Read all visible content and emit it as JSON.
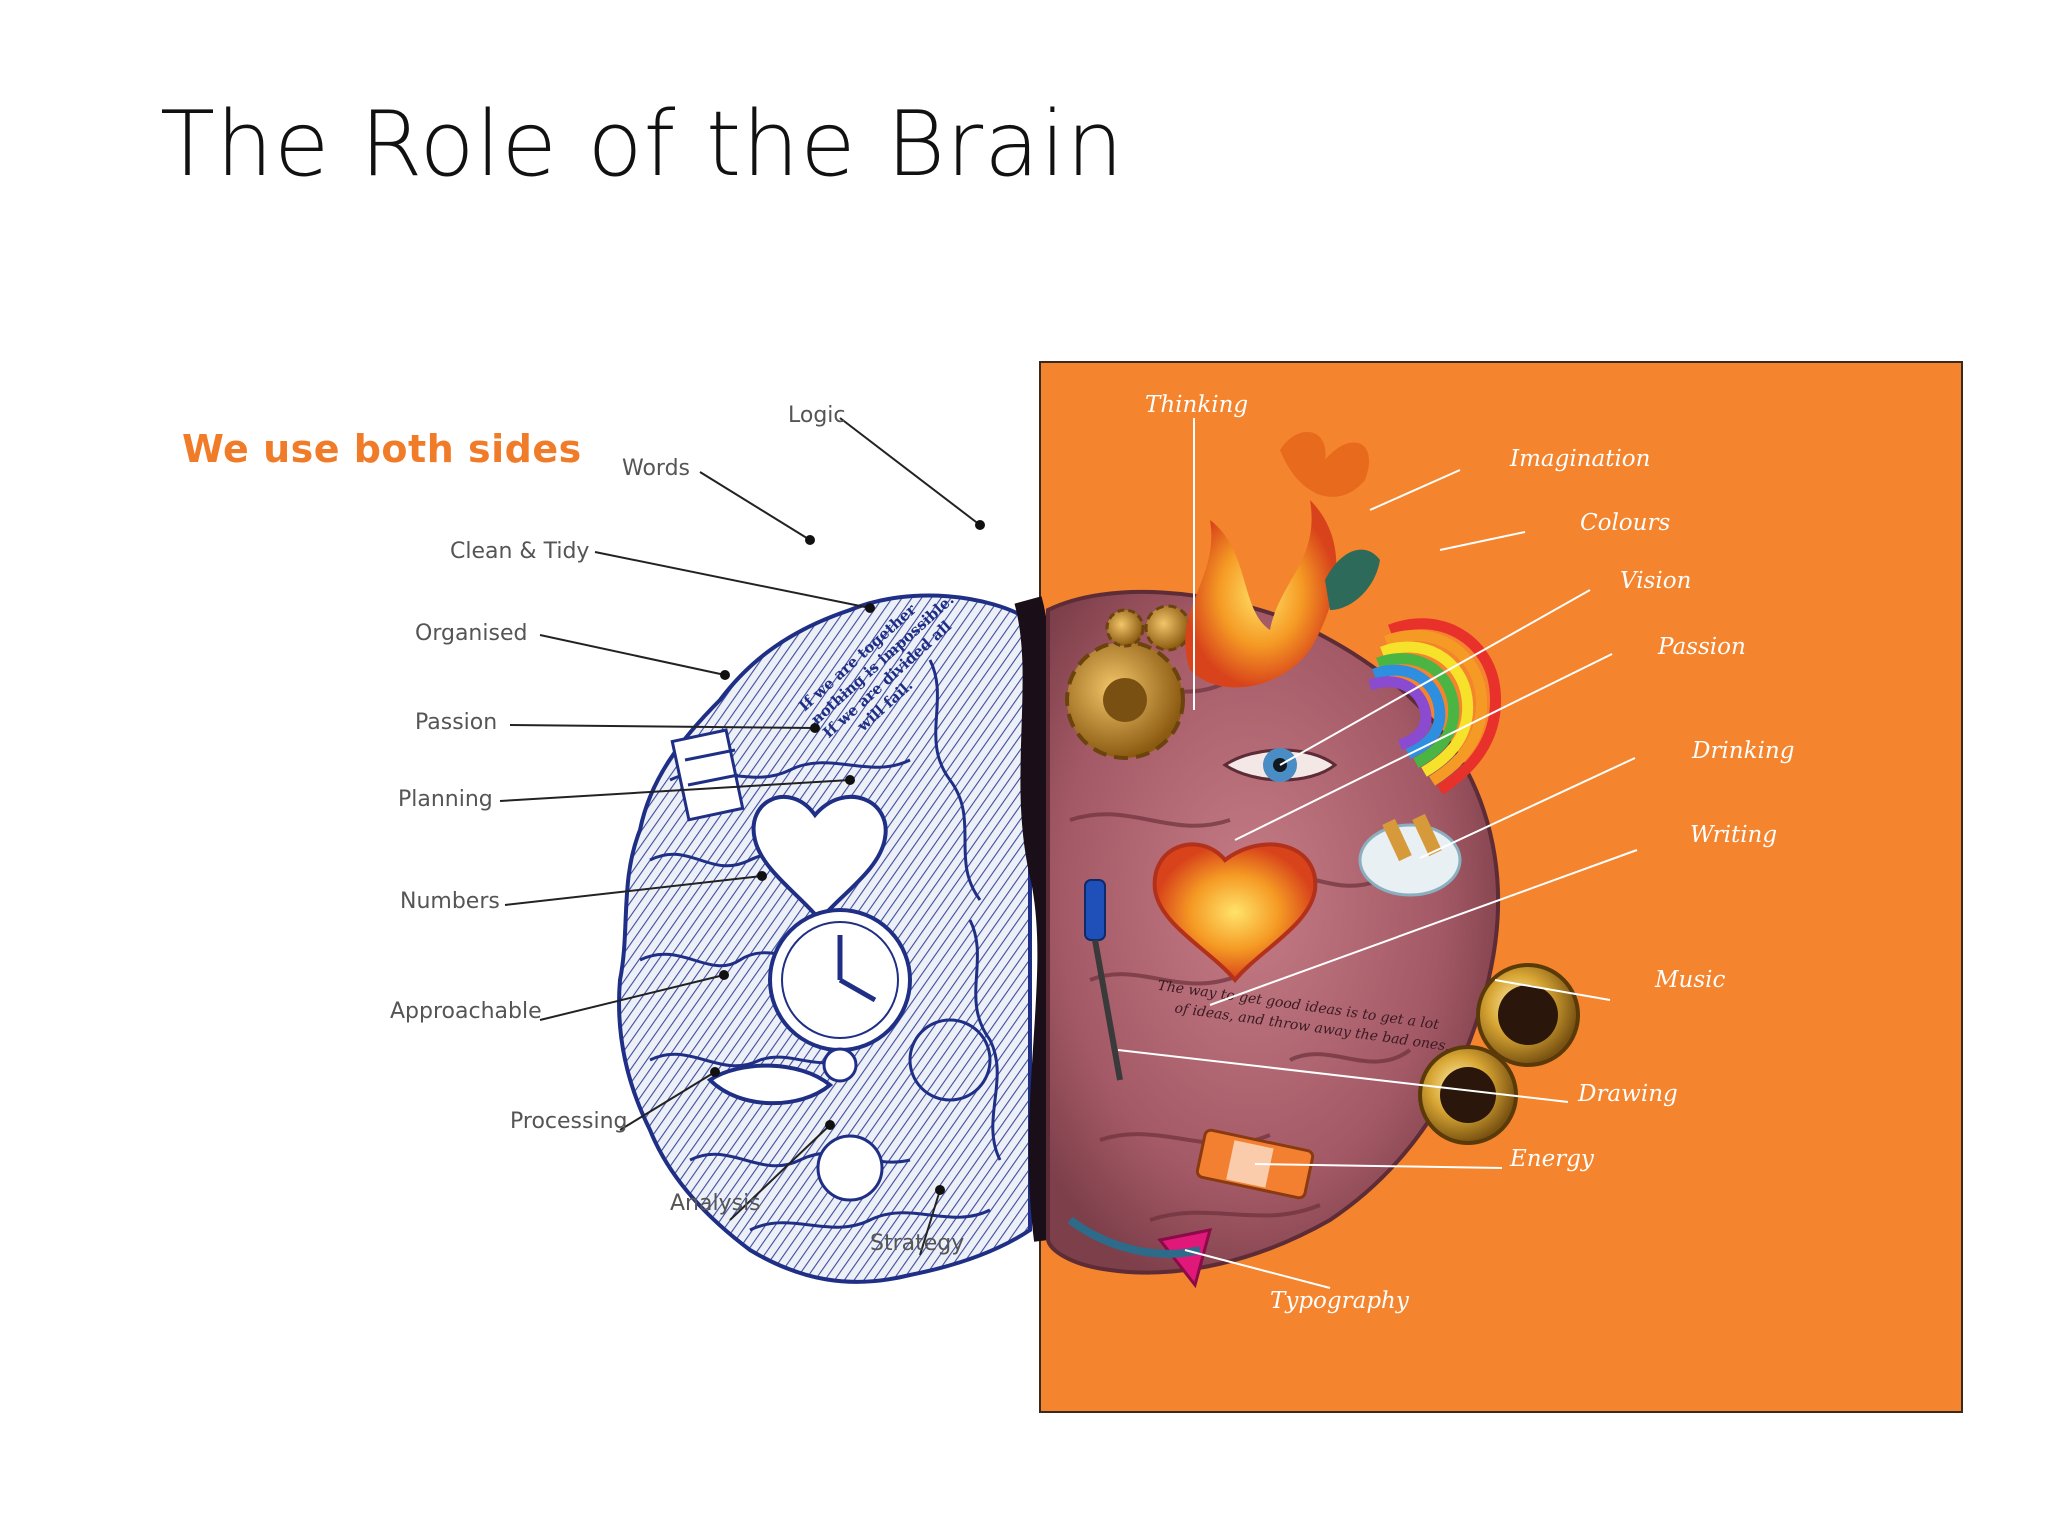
{
  "slide": {
    "title": "The Role of the Brain"
  },
  "figure": {
    "heading": "We use both sides",
    "colors": {
      "heading": "#f07c2a",
      "right_panel": "#f4842d",
      "left_brain": "#2c3f93",
      "right_brain": "#b46772",
      "left_label": "#555555",
      "right_label": "#ffffff"
    },
    "left_labels": [
      {
        "key": "logic",
        "text": "Logic"
      },
      {
        "key": "words",
        "text": "Words"
      },
      {
        "key": "clean-tidy",
        "text": "Clean & Tidy"
      },
      {
        "key": "organised",
        "text": "Organised"
      },
      {
        "key": "passion",
        "text": "Passion"
      },
      {
        "key": "planning",
        "text": "Planning"
      },
      {
        "key": "numbers",
        "text": "Numbers"
      },
      {
        "key": "approachable",
        "text": "Approachable"
      },
      {
        "key": "processing",
        "text": "Processing"
      },
      {
        "key": "analysis",
        "text": "Analysis"
      },
      {
        "key": "strategy",
        "text": "Strategy"
      }
    ],
    "right_labels": [
      {
        "key": "thinking",
        "text": "Thinking"
      },
      {
        "key": "imagination",
        "text": "Imagination"
      },
      {
        "key": "colours",
        "text": "Colours"
      },
      {
        "key": "vision",
        "text": "Vision"
      },
      {
        "key": "passion",
        "text": "Passion"
      },
      {
        "key": "drinking",
        "text": "Drinking"
      },
      {
        "key": "writing",
        "text": "Writing"
      },
      {
        "key": "music",
        "text": "Music"
      },
      {
        "key": "drawing",
        "text": "Drawing"
      },
      {
        "key": "energy",
        "text": "Energy"
      },
      {
        "key": "typography",
        "text": "Typography"
      }
    ],
    "left_brain_text": [
      "If we are together",
      "nothing is impossible.",
      "If we are divided all",
      "will fail."
    ],
    "right_brain_text": [
      "The way to get good ideas is to get a lot",
      "of ideas, and throw away the bad ones."
    ]
  },
  "icons": {
    "gears": "gear-icon",
    "eye": "eye-icon",
    "heart": "heart-icon",
    "clock": "clock-icon",
    "trumpet": "trumpet-icon",
    "rainbow": "rainbow-icon",
    "dragon": "dragon-icon"
  }
}
